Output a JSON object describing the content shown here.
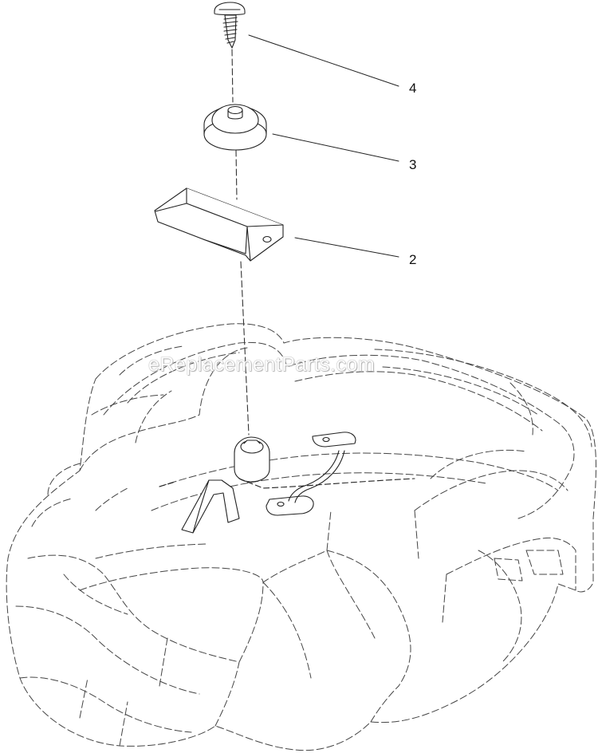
{
  "callouts": [
    {
      "label": "4"
    },
    {
      "label": "3"
    },
    {
      "label": "2"
    }
  ],
  "watermark": "eReplacementParts.com"
}
